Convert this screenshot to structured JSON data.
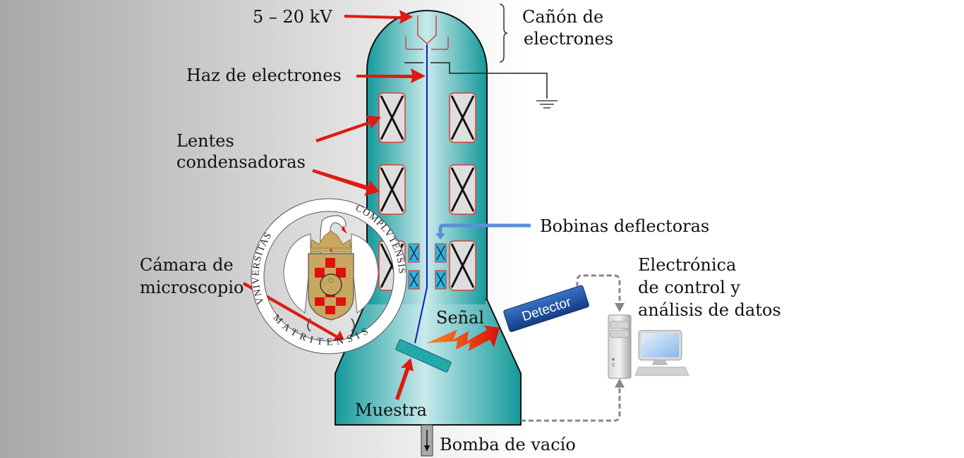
{
  "labels": {
    "voltage": "5 – 20 kV",
    "electron_gun_line1": "Cañón de",
    "electron_gun_line2": "electrones",
    "electron_beam": "Haz de electrones",
    "condenser_line1": "Lentes",
    "condenser_line2": "condensadoras",
    "deflection_coils": "Bobinas deflectoras",
    "chamber_line1": "Cámara de",
    "chamber_line2": "microscopio",
    "electronics_line1": "Electrónica",
    "electronics_line2": "de control y",
    "electronics_line3": "análisis de datos",
    "signal": "Señal",
    "detector": "Detector",
    "sample": "Muestra",
    "vacuum_pump": "Bomba de vacío"
  },
  "seal": {
    "top_left_text": "VNIVERSITAS",
    "top_right_text": "COMPLVTENSIS",
    "bottom_text": "MATRITENSIS"
  },
  "colors": {
    "column_dark": "#1a9c9c",
    "column_light": "#c4e8ea",
    "arrow_red": "#e01a10",
    "beam_blue": "#0a1ebe",
    "deflector_arrow": "#5b8fd6",
    "detector_blue": "#1a4c9a",
    "coil_cyan": "#29b6e6",
    "seal_red": "#e01010",
    "seal_gold": "#c8a860"
  }
}
